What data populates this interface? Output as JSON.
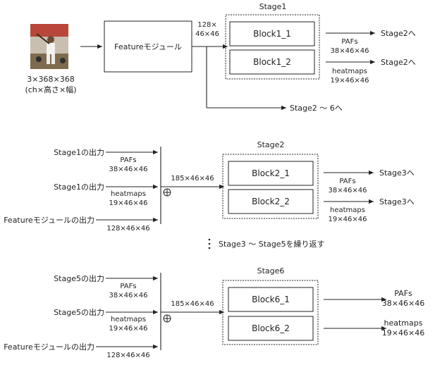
{
  "input": {
    "size": "3×368×368",
    "dims": "(ch×高さ×幅)"
  },
  "feature_module": "Featureモジュール",
  "feature_out_line1": "128×",
  "feature_out_line2": "46×46",
  "stage1": {
    "title": "Stage1",
    "block_top": "Block1_1",
    "block_bottom": "Block1_2",
    "pafs_label": "PAFs",
    "pafs_size": "38×46×46",
    "heatmaps_label": "heatmaps",
    "heatmaps_size": "19×46×46",
    "out_top": "Stage2へ",
    "out_bottom": "Stage2へ",
    "branch": "Stage2 ～ 6へ"
  },
  "stage2": {
    "title": "Stage2",
    "in1": "Stage1の出力",
    "in1_label": "PAFs",
    "in1_size": "38×46×46",
    "in2": "Stage1の出力",
    "in2_label": "heatmaps",
    "in2_size": "19×46×46",
    "in3": "Featureモジュールの出力",
    "in3_size": "128×46×46",
    "concat_size": "185×46×46",
    "block_top": "Block2_1",
    "block_bottom": "Block2_2",
    "pafs_label": "PAFs",
    "pafs_size": "38×46×46",
    "heatmaps_label": "heatmaps",
    "heatmaps_size": "19×46×46",
    "out_top": "Stage3へ",
    "out_bottom": "Stage3へ"
  },
  "repeat_note": "Stage3 ～ Stage5を繰り返す",
  "stage6": {
    "title": "Stage6",
    "in1": "Stage5の出力",
    "in1_label": "PAFs",
    "in1_size": "38×46×46",
    "in2": "Stage5の出力",
    "in2_label": "heatmaps",
    "in2_size": "19×46×46",
    "in3": "Featureモジュールの出力",
    "in3_size": "128×46×46",
    "concat_size": "185×46×46",
    "block_top": "Block6_1",
    "block_bottom": "Block6_2",
    "pafs_label": "PAFs",
    "pafs_size": "38×46×46",
    "heatmaps_label": "heatmaps",
    "heatmaps_size": "19×46×46"
  },
  "colors": {
    "line": "#222222",
    "text": "#222222"
  }
}
